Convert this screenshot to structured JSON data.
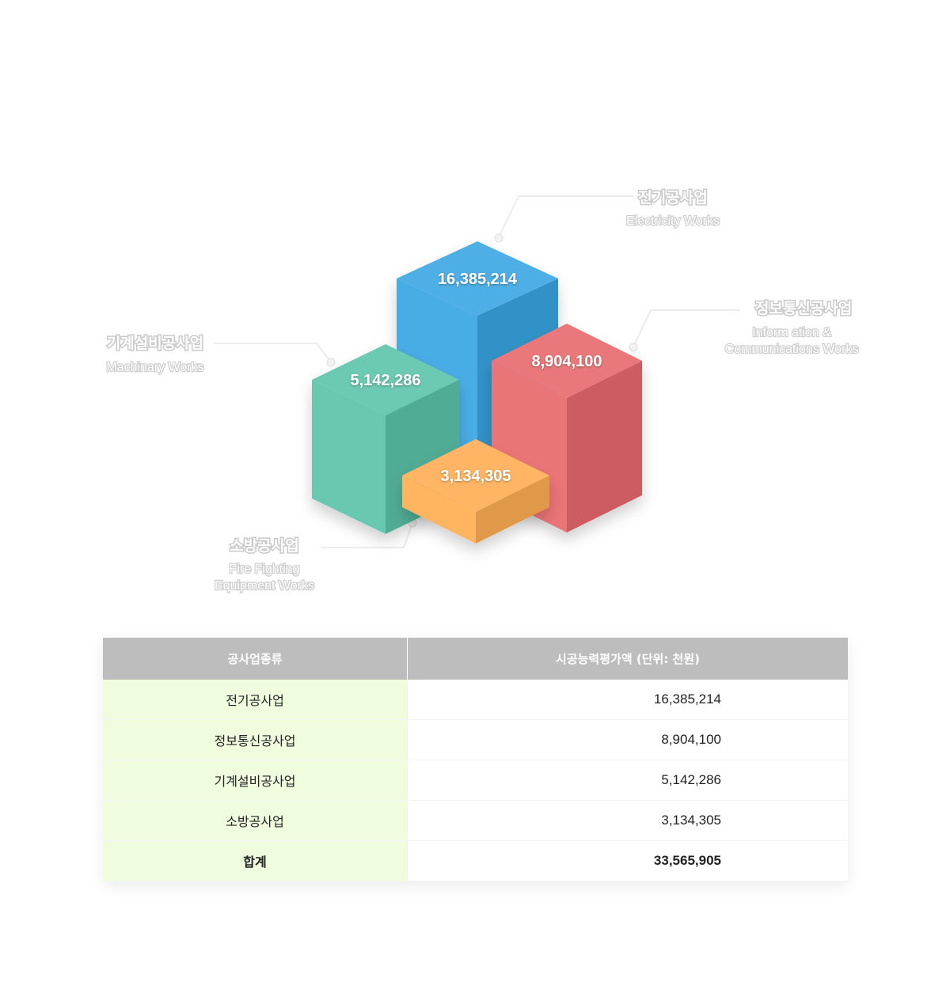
{
  "chart_data": {
    "type": "bar",
    "categories": [
      "전기공사업",
      "정보통신공사업",
      "기계설비공사업",
      "소방공사업"
    ],
    "categories_en": [
      "Electricity Works",
      "Information & Communications Works",
      "Machinary Works",
      "Fire Fighting Equipment Works"
    ],
    "values": [
      16385214,
      8904100,
      5142286,
      3134305
    ],
    "value_labels": [
      "16,385,214",
      "8,904,100",
      "5,142,286",
      "3,134,305"
    ],
    "colors": [
      "#3aa6e3",
      "#e8696b",
      "#5cc4a9",
      "#ffad52"
    ],
    "title": "",
    "xlabel": "",
    "ylabel": ""
  },
  "table": {
    "headers": [
      "공사업종류",
      "시공능력평가액 (단위: 천원)"
    ],
    "rows": [
      {
        "type": "전기공사업",
        "amount": "16,385,214"
      },
      {
        "type": "정보통신공사업",
        "amount": "8,904,100"
      },
      {
        "type": "기계설비공사업",
        "amount": "5,142,286"
      },
      {
        "type": "소방공사업",
        "amount": "3,134,305"
      }
    ],
    "total": {
      "type": "합계",
      "amount": "33,565,905"
    }
  }
}
